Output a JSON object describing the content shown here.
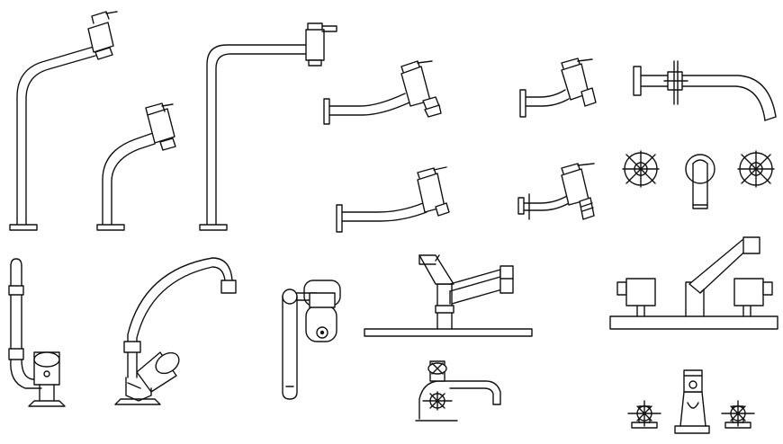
{
  "sheet": {
    "background_color": "#ffffff",
    "line_color": "#111111",
    "figures": [
      {
        "id": "tall-basin-mixer-curved",
        "icon": "faucet-icon"
      },
      {
        "id": "short-basin-mixer-curved",
        "icon": "faucet-icon"
      },
      {
        "id": "tall-vessel-mixer-square",
        "icon": "faucet-icon"
      },
      {
        "id": "wall-mixer-long",
        "icon": "faucet-icon"
      },
      {
        "id": "wall-mixer-short",
        "icon": "faucet-icon"
      },
      {
        "id": "wall-spout-with-plate",
        "icon": "faucet-icon"
      },
      {
        "id": "wall-mixer-mid",
        "icon": "faucet-icon"
      },
      {
        "id": "wall-mixer-small-nozzle",
        "icon": "faucet-icon"
      },
      {
        "id": "three-hole-cross-set",
        "icon": "faucet-icon"
      },
      {
        "id": "pillar-tap-rising",
        "icon": "faucet-icon"
      },
      {
        "id": "swan-neck-kitchen-tap",
        "icon": "faucet-icon"
      },
      {
        "id": "wall-lever-tap",
        "icon": "faucet-icon"
      },
      {
        "id": "deck-single-lever-mixer",
        "icon": "faucet-icon"
      },
      {
        "id": "deck-three-hole-lever-mixer",
        "icon": "faucet-icon"
      },
      {
        "id": "bath-filler-cross",
        "icon": "faucet-icon"
      },
      {
        "id": "three-hole-cross-basin-set",
        "icon": "faucet-icon"
      }
    ]
  }
}
